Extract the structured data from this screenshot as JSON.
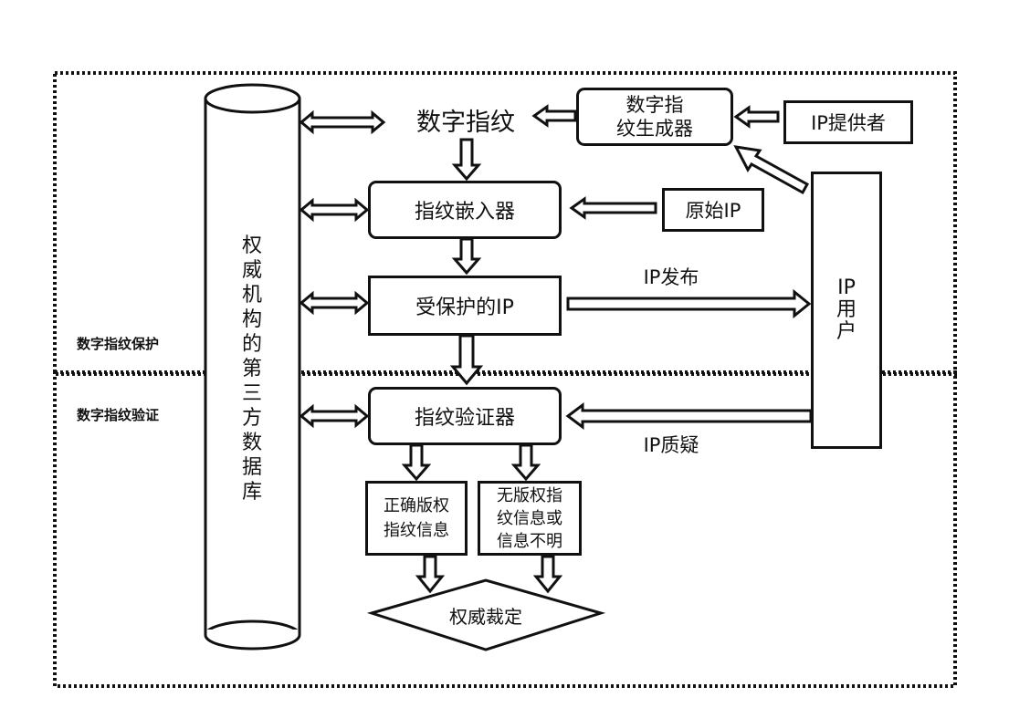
{
  "sections": {
    "protection": "数字指纹保护",
    "verification": "数字指纹验证"
  },
  "database": {
    "label": "权\n威\n机\n构\n的\n第\n三\n方\n数\n据\n库"
  },
  "nodes": {
    "fingerprint": "数字指纹",
    "generator": "数字指\n纹生成器",
    "ip_provider": "IP提供者",
    "embedder": "指纹嵌入器",
    "original_ip": "原始IP",
    "protected_ip": "受保护的IP",
    "ip_user": "IP\n用\n户",
    "verifier": "指纹验证器",
    "correct_info": "正确版权\n指纹信息",
    "no_info": "无版权指\n纹信息或\n信息不明",
    "arbitration": "权威裁定"
  },
  "edges": {
    "ip_publish": "IP发布",
    "ip_query": "IP质疑"
  }
}
